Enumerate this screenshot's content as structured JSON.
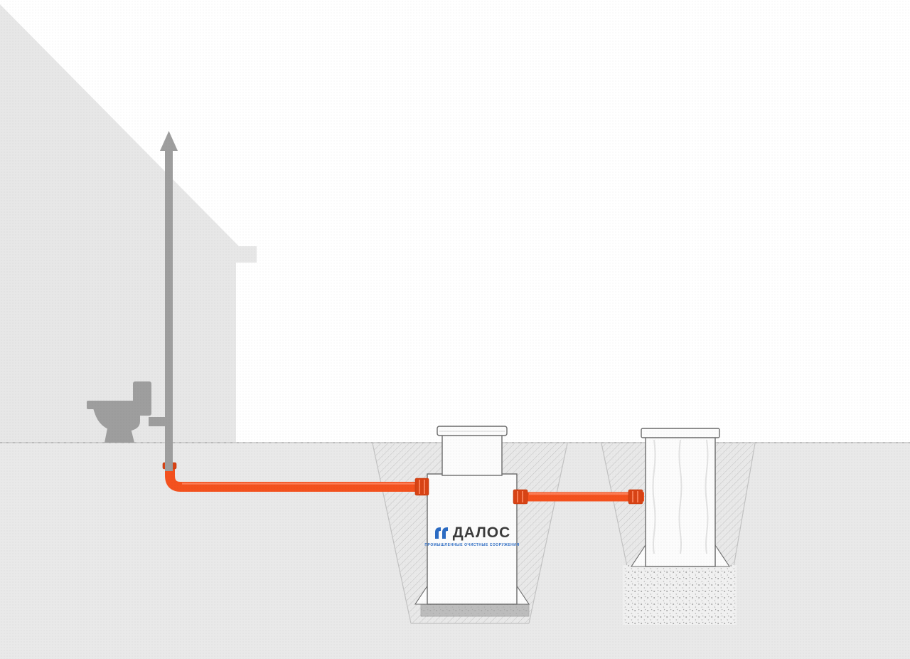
{
  "diagram": {
    "brand": {
      "name": "ДАЛОС",
      "tagline": "ПРОМЫШЛЕННЫЕ ОЧИСТНЫЕ СООРУЖЕНИЯ"
    },
    "colors": {
      "soil": "#e9e9e9",
      "house": "#e7e7e7",
      "vent_gray": "#9e9e9e",
      "outline": "#6b6b6b",
      "pipe_orange": "#f4511e",
      "pipe_orange_dark": "#d84315",
      "pipe_orange_light": "#ff8a65",
      "hatch": "#c4c4c4",
      "slab": "#ababab",
      "logo_blue": "#2b6bc3"
    },
    "components": {
      "house": "дом с вентиляционным стояком",
      "vent_pipe": "вентиляционный стояк с выходом над кровлей",
      "toilet": "сантехнический прибор (унитаз)",
      "inlet_pipe": "подводящая канализационная труба",
      "septic_tank": "станция очистки ДАЛОС",
      "anchor_slab": "бетонная плита-якорь",
      "transfer_pipe": "отводящая труба",
      "drainage_well": "дренажный колодец",
      "gravel_bed": "щебёночное основание"
    }
  }
}
